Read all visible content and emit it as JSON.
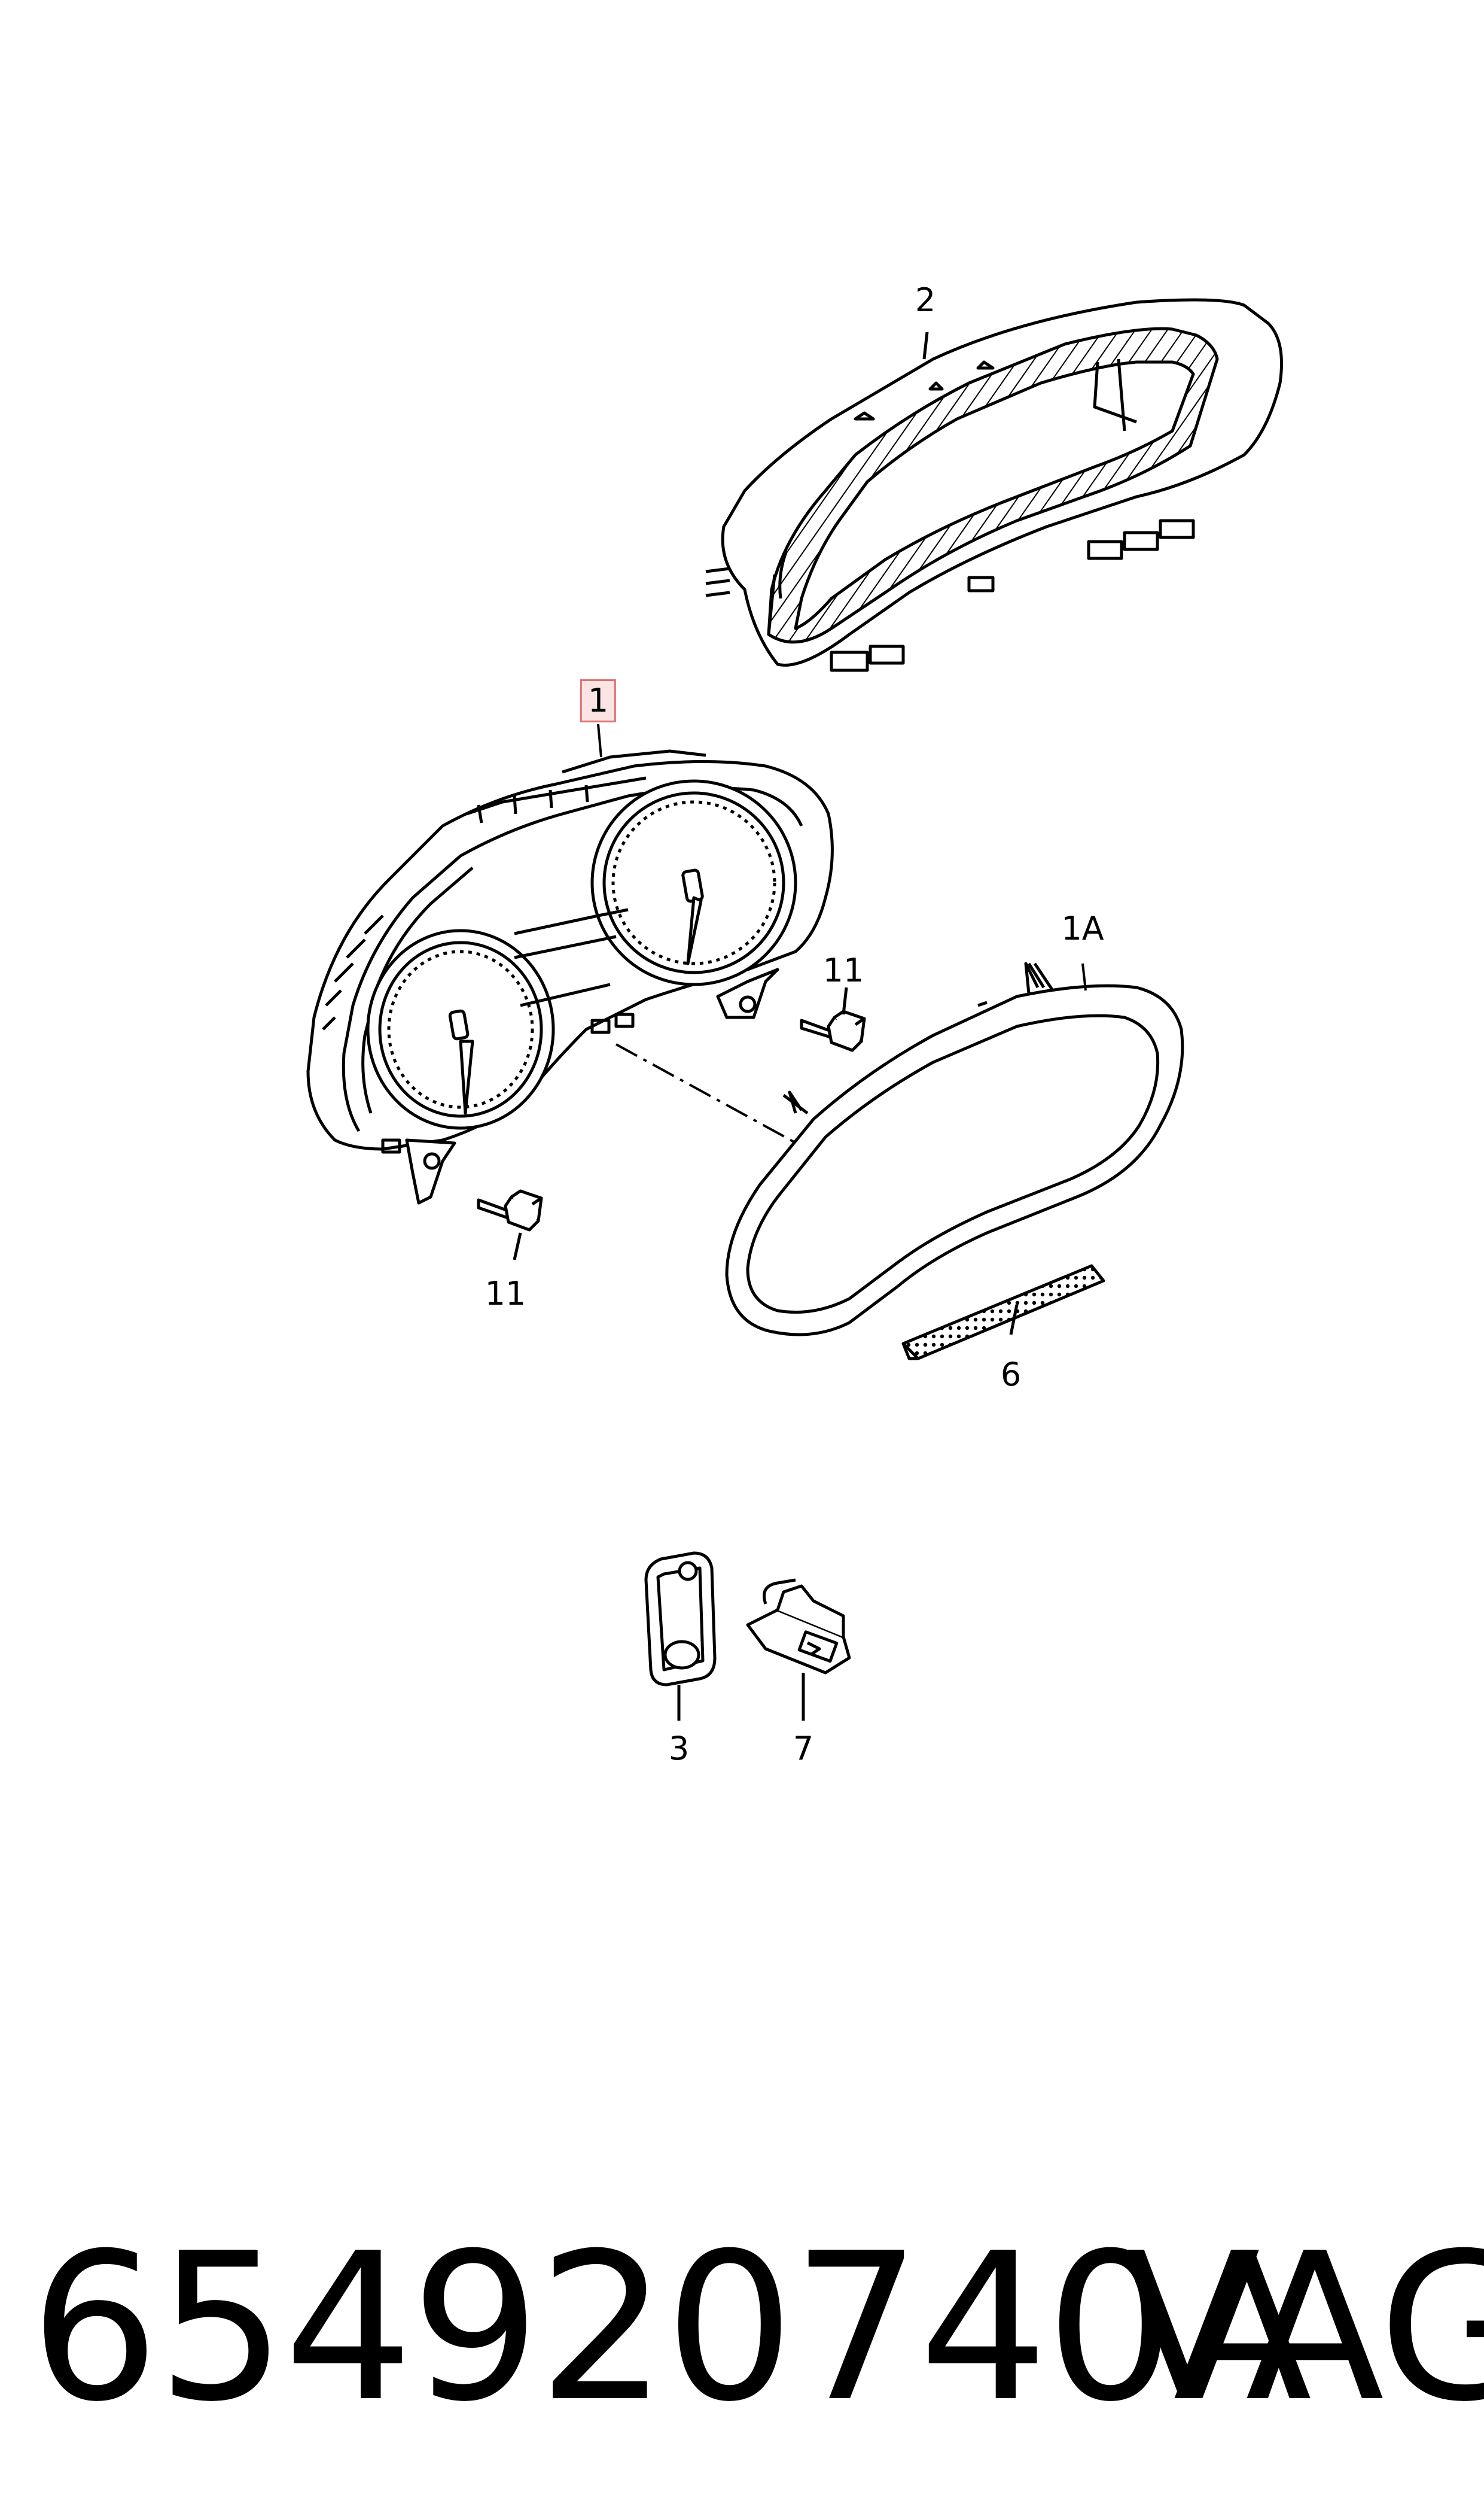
{
  "callouts": {
    "c2": "2",
    "c1": "1",
    "c1a": "1A",
    "c11_right": "11",
    "c11_left": "11",
    "c6": "6",
    "c3": "3",
    "c7": "7"
  },
  "footer": {
    "part_number": "654920740A",
    "brand": "VAG"
  }
}
